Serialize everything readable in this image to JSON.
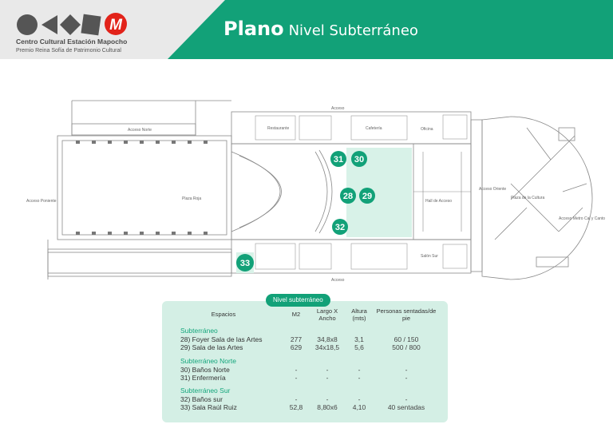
{
  "header": {
    "institution_name": "Centro Cultural Estación Mapocho",
    "institution_subtitle": "Premio Reina Sofía de Patrimonio Cultural",
    "logo_mark": "M",
    "title_bold": "Plano",
    "title_rest": "Nivel Subterráneo",
    "accent_color": "#12a178"
  },
  "map": {
    "labels": {
      "acceso_norte": "Acceso Norte",
      "acceso_poniente": "Acceso Poniente",
      "plaza_roja": "Plaza Roja",
      "restaurante": "Restaurante",
      "cafeteria": "Cafetería",
      "hall_acceso": "Hall de Acceso",
      "acceso_oriente": "Acceso Oriente",
      "plaza_cultura": "Plaza de la Cultura",
      "acceso_metro": "Acceso Metro Cal y Canto",
      "salon_sur": "Salón Sur",
      "acceso_top": "Acceso",
      "acceso_bottom": "Acceso",
      "oficina": "Oficina"
    },
    "markers": [
      "31",
      "30",
      "28",
      "29",
      "32",
      "33"
    ]
  },
  "table": {
    "tag": "Nivel subterráneo",
    "headers": {
      "espacios": "Espacios",
      "m2": "M2",
      "largo": "Largo X Ancho",
      "altura": "Altura (mts)",
      "personas": "Personas sentadas/de pie"
    },
    "sections": [
      {
        "title": "Subterráneo",
        "rows": [
          {
            "name": "28) Foyer Sala de las Artes",
            "m2": "277",
            "dims": "34,8x8",
            "height": "3,1",
            "people": "60 / 150"
          },
          {
            "name": "29) Sala de las Artes",
            "m2": "629",
            "dims": "34x18,5",
            "height": "5,6",
            "people": "500 / 800"
          }
        ]
      },
      {
        "title": "Subterráneo Norte",
        "rows": [
          {
            "name": "30) Baños Norte",
            "m2": "-",
            "dims": "-",
            "height": "-",
            "people": "-"
          },
          {
            "name": "31) Enfermería",
            "m2": "-",
            "dims": "-",
            "height": "-",
            "people": "-"
          }
        ]
      },
      {
        "title": "Subterráneo Sur",
        "rows": [
          {
            "name": "32) Baños sur",
            "m2": "-",
            "dims": "-",
            "height": "-",
            "people": "-"
          },
          {
            "name": "33) Sala Raúl Ruiz",
            "m2": "52,8",
            "dims": "8,80x6",
            "height": "4,10",
            "people": "40 sentadas"
          }
        ]
      }
    ]
  }
}
